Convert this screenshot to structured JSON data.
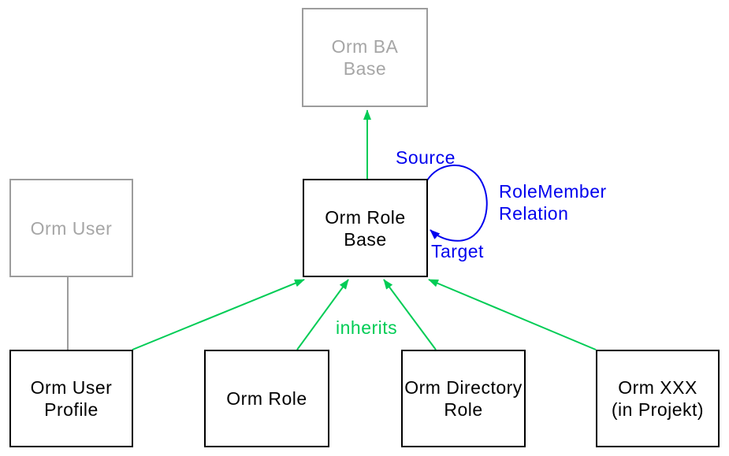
{
  "colors": {
    "green": "#00CC55",
    "blue": "#0000EE",
    "gray": "#9C9C9C",
    "black": "#000000"
  },
  "boxes": {
    "orm_ba_base": {
      "line1": "Orm BA",
      "line2": "Base"
    },
    "orm_role_base": {
      "line1": "Orm Role",
      "line2": "Base"
    },
    "orm_user": {
      "line1": "Orm User"
    },
    "orm_user_profile": {
      "line1": "Orm User",
      "line2": "Profile"
    },
    "orm_role": {
      "line1": "Orm Role"
    },
    "orm_directory_role": {
      "line1": "Orm Directory",
      "line2": "Role"
    },
    "orm_xxx": {
      "line1": "Orm XXX",
      "line2": "(in Projekt)"
    }
  },
  "labels": {
    "source": "Source",
    "relation_line1": "RoleMember",
    "relation_line2": "Relation",
    "target": "Target",
    "inherits": "inherits"
  }
}
